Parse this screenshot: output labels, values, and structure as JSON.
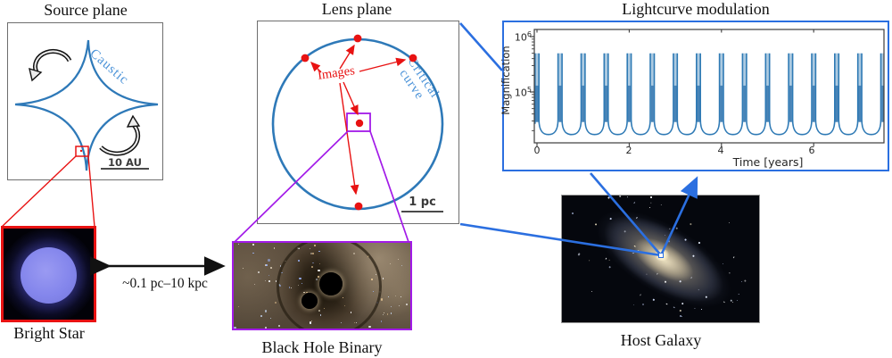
{
  "figure": {
    "source_plane": {
      "title": "Source plane",
      "caustic_label": "Caustic",
      "scale_label": "10 AU"
    },
    "lens_plane": {
      "title": "Lens plane",
      "images_label": "Images",
      "critical_line1": "Critical",
      "critical_line2": "curve",
      "scale_label": "1 pc"
    },
    "lightcurve": {
      "title": "Lightcurve modulation"
    },
    "bright_star_label": "Bright Star",
    "black_hole_binary_label": "Black Hole Binary",
    "host_galaxy_label": "Host Galaxy",
    "separation_label": "~0.1 pc–10 kpc"
  },
  "colors": {
    "accent_blue": "#2b6fe0",
    "curve_blue": "#2e79b8",
    "label_blue": "#4a92d8",
    "red": "#e81212",
    "purple": "#a21ae8"
  },
  "chart_data": {
    "type": "line",
    "title": "Lightcurve modulation",
    "xlabel": "Time [years]",
    "ylabel": "Magnification",
    "x_ticks": [
      0,
      2,
      4,
      6
    ],
    "y_ticks": [
      {
        "base": "10",
        "exp": "6",
        "value": 1000000
      },
      {
        "base": "10",
        "exp": "5",
        "value": 100000
      }
    ],
    "x_range": [
      0,
      7.55
    ],
    "y_scale": "log",
    "y_range": [
      12000,
      1350000
    ],
    "grid": false,
    "legend": "none",
    "series": [
      {
        "name": "Magnification",
        "pattern": "periodic double-peaked caustic-crossing spikes over U-shaped valleys",
        "period_years": 0.5,
        "spike_times": [
          0,
          0.5,
          1.0,
          1.5,
          2.0,
          2.5,
          3.0,
          3.5,
          4.0,
          4.5,
          5.0,
          5.5,
          6.0,
          6.5,
          7.0,
          7.5
        ],
        "peak_magnification": 500000,
        "inter_peak_dip": 130000,
        "baseline_magnification": 17000
      }
    ]
  }
}
